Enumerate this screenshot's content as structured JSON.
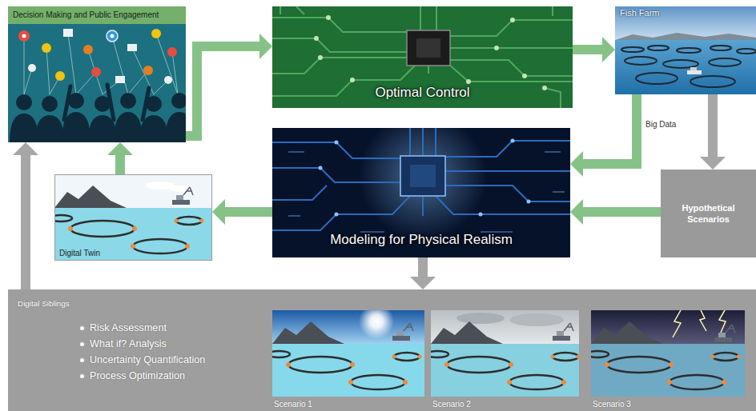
{
  "diagram": {
    "nodes": [
      {
        "text": [
          "Decision Making and Public Engagement"
        ]
      },
      {
        "text": [
          "Optimal Control"
        ]
      },
      {
        "text": [
          "Fish Farm"
        ]
      },
      {
        "text": [
          "Modeling for Physical Realism"
        ]
      },
      {
        "text": [
          "Hypothetical Scenarios"
        ]
      },
      {
        "text": [
          "Digital Twin"
        ]
      },
      {
        "text": [
          "Digital Siblings",
          "Risk Assessment",
          "What if? Analysis",
          "Uncertainty Quantification",
          "Process Optimization"
        ]
      },
      {
        "text": [
          "Scenario 1"
        ],
        "in": 6
      },
      {
        "text": [
          "Scenario 2"
        ],
        "in": 6
      },
      {
        "text": [
          "Scenario 3"
        ],
        "in": 6
      }
    ],
    "edges": [
      {
        "from": 0,
        "to": 1,
        "arrow": "to"
      },
      {
        "from": 1,
        "to": 2,
        "arrow": "to"
      },
      {
        "from": 2,
        "to": 3,
        "arrow": "to"
      },
      {
        "from": 2,
        "to": 4,
        "arrow": "to"
      },
      {
        "from": 4,
        "to": 3,
        "arrow": "to"
      },
      {
        "from": 3,
        "to": 5,
        "arrow": "to"
      },
      {
        "from": 5,
        "to": 0,
        "arrow": "to"
      },
      {
        "from": 3,
        "to": 6,
        "arrow": "to"
      },
      {
        "from": 6,
        "to": 0,
        "arrow": "to"
      }
    ],
    "labels": [
      "Big Data"
    ]
  }
}
